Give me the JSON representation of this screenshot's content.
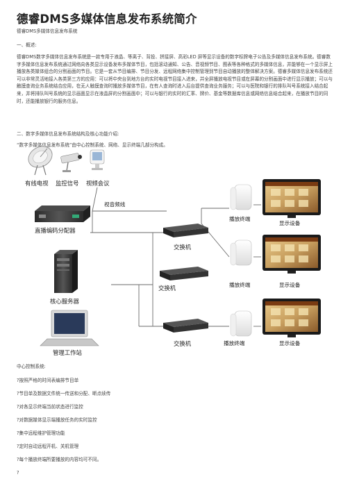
{
  "doc": {
    "title": "德睿DMS多媒体信息发布系统简介",
    "subtitle": "德睿DMS多媒体信息发布系统",
    "section1": "一、概述:",
    "para1": "德睿DMS数字多媒体信息发布系统是一款专用于液晶、等离子、背投、拼接屏、高彩LED 屏等显示设备的数字标牌电子公告及多媒体信息发布系统。德睿数字多媒体信息发布系统通过网络向各类显示设备发布多媒体节目，包括滚动通知、公告、音视频节目、图表等各种格式的多媒体信息，并能够在一个显示屏上播放各类媒体组合的分割画面的节目。它是一套从节目编排、节目分发、远程网络集中控制管理到节目自动播放的整体解决方案。德睿多媒体信息发布系统还可以非常灵活地接入各类第三方的应用：可以将中央台到地方台的实时电视节目接入进来，并全屏播放电视节目或在屏幕的分割画面中进行显示播放；可以与触摸查询业务系统结合应用，在无人触摸查询时播放多媒体节目，在有人查询时进入后台提供查询业务服务；可以与医院和银行的排队叫号系统接入结合起来，并将排队叫号系统的显示画面显示在液晶屏的分割画面中；可以与银行的实时的汇率、牌价、基金等数据库信息或网络信息结合起来，在播放节目的同时，还能播放银行的服务信息。",
    "section2": "二、数字多媒体信息发布系统结构及核心功能介绍:",
    "para2": "“数字多媒体信息发布系统”由中心控制系统、网络、显示终端几部分构成。",
    "functions_title": "中心控制系统:",
    "functions": [
      "?按照严格的时间表编排节目单",
      "?节目单及数据文件统一传送和分配、断点续传",
      "?对各显示终端当前状态进行监控",
      "?对数据媒体显示端播放任务的实时监控",
      "?集中远程维护管理功能",
      "?定时自动远程开机、关机管理",
      "?每个播放终端所要播放的内容均可不同。",
      "?"
    ]
  },
  "diagram": {
    "source_labels": [
      "有线电视",
      "监控信号",
      "视频会议"
    ],
    "video_line_label": "视音频线",
    "encoder_label": "直播编码分配器",
    "server_label": "核心服务器",
    "workstation_label": "管理工作站",
    "switch_labels": [
      "交换机",
      "交换机",
      "交换机"
    ],
    "terminal_labels": [
      "播放终端",
      "播放终端",
      "播放终端"
    ],
    "display_labels": [
      "显示设备",
      "显示设备",
      "显示设备"
    ],
    "colors": {
      "line": "#6a6a6a",
      "bezel": "#1a1a1a",
      "screen": "#c9a060",
      "switch": "#2f2f2f"
    }
  }
}
